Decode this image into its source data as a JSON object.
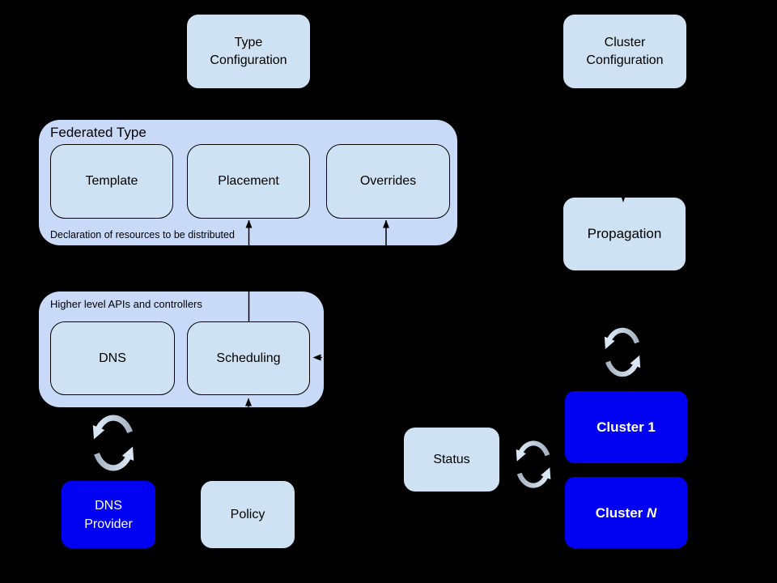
{
  "colors": {
    "background": "#000000",
    "container_fill": "#c9daf8",
    "light_box_fill": "#cfe2f3",
    "blue_box_fill": "#0202f2",
    "arrow": "#000000",
    "sync_icon_gray": "#a6b4c4",
    "sync_icon_light": "#d9e7f5"
  },
  "containers": {
    "federated_type": {
      "title": "Federated Type",
      "caption": "Declaration of resources to be distributed"
    },
    "higher_level": {
      "title": "Higher level APIs and controllers"
    }
  },
  "boxes": {
    "type_configuration": {
      "lines": [
        "Type",
        "Configuration"
      ]
    },
    "cluster_configuration": {
      "lines": [
        "Cluster",
        "Configuration"
      ]
    },
    "template": {
      "label": "Template"
    },
    "placement": {
      "label": "Placement"
    },
    "overrides": {
      "label": "Overrides"
    },
    "dns": {
      "label": "DNS"
    },
    "scheduling": {
      "label": "Scheduling"
    },
    "dns_provider": {
      "lines": [
        "DNS",
        "Provider"
      ]
    },
    "policy": {
      "label": "Policy"
    },
    "status": {
      "label": "Status"
    },
    "propagation": {
      "label": "Propagation"
    },
    "cluster_1": {
      "label": "Cluster 1"
    },
    "cluster_n": {
      "prefix": "Cluster",
      "n": "N"
    }
  },
  "icons": {
    "sync": "sync-icon"
  }
}
